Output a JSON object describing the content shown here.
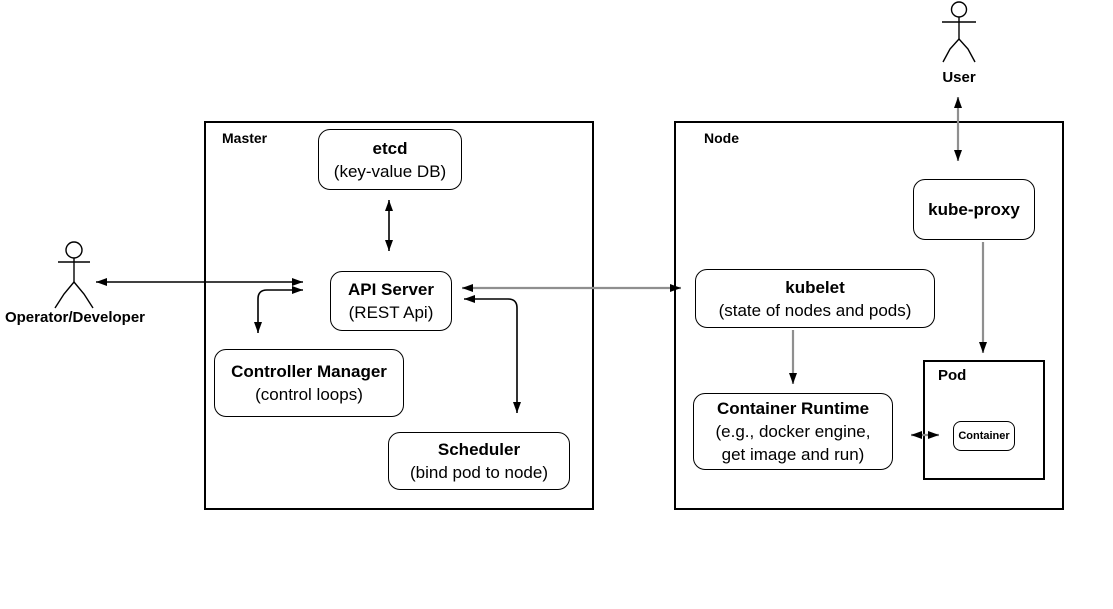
{
  "colors": {
    "line_black": "#000000",
    "line_gray": "#8f8f8f",
    "background": "#ffffff"
  },
  "actors": {
    "user": {
      "label": "User"
    },
    "operator": {
      "label": "Operator/Developer"
    }
  },
  "groups": {
    "master": {
      "label": "Master"
    },
    "node": {
      "label": "Node"
    },
    "pod": {
      "label": "Pod"
    }
  },
  "components": {
    "etcd": {
      "title": "etcd",
      "subtitle": "(key-value DB)"
    },
    "api_server": {
      "title": "API Server",
      "subtitle": "(REST Api)"
    },
    "controller_manager": {
      "title": "Controller Manager",
      "subtitle": "(control loops)"
    },
    "scheduler": {
      "title": "Scheduler",
      "subtitle": "(bind pod to node)"
    },
    "kube_proxy": {
      "title": "kube-proxy"
    },
    "kubelet": {
      "title": "kubelet",
      "subtitle": "(state of nodes and pods)"
    },
    "container_runtime": {
      "title": "Container Runtime",
      "subtitle_line1": "(e.g., docker engine,",
      "subtitle_line2": "get image and run)"
    },
    "container": {
      "title": "Container"
    }
  },
  "connections": [
    {
      "from": "etcd",
      "to": "API Server",
      "type": "bidirectional"
    },
    {
      "from": "Operator/Developer",
      "to": "API Server",
      "type": "bidirectional"
    },
    {
      "from": "API Server",
      "to": "Controller Manager",
      "type": "bidirectional"
    },
    {
      "from": "API Server",
      "to": "Scheduler",
      "type": "bidirectional"
    },
    {
      "from": "API Server",
      "to": "kubelet",
      "type": "bidirectional"
    },
    {
      "from": "User",
      "to": "kube-proxy",
      "type": "bidirectional"
    },
    {
      "from": "kube-proxy",
      "to": "Pod",
      "type": "directed"
    },
    {
      "from": "kubelet",
      "to": "Container Runtime",
      "type": "directed"
    },
    {
      "from": "Container Runtime",
      "to": "Container",
      "type": "bidirectional"
    }
  ]
}
